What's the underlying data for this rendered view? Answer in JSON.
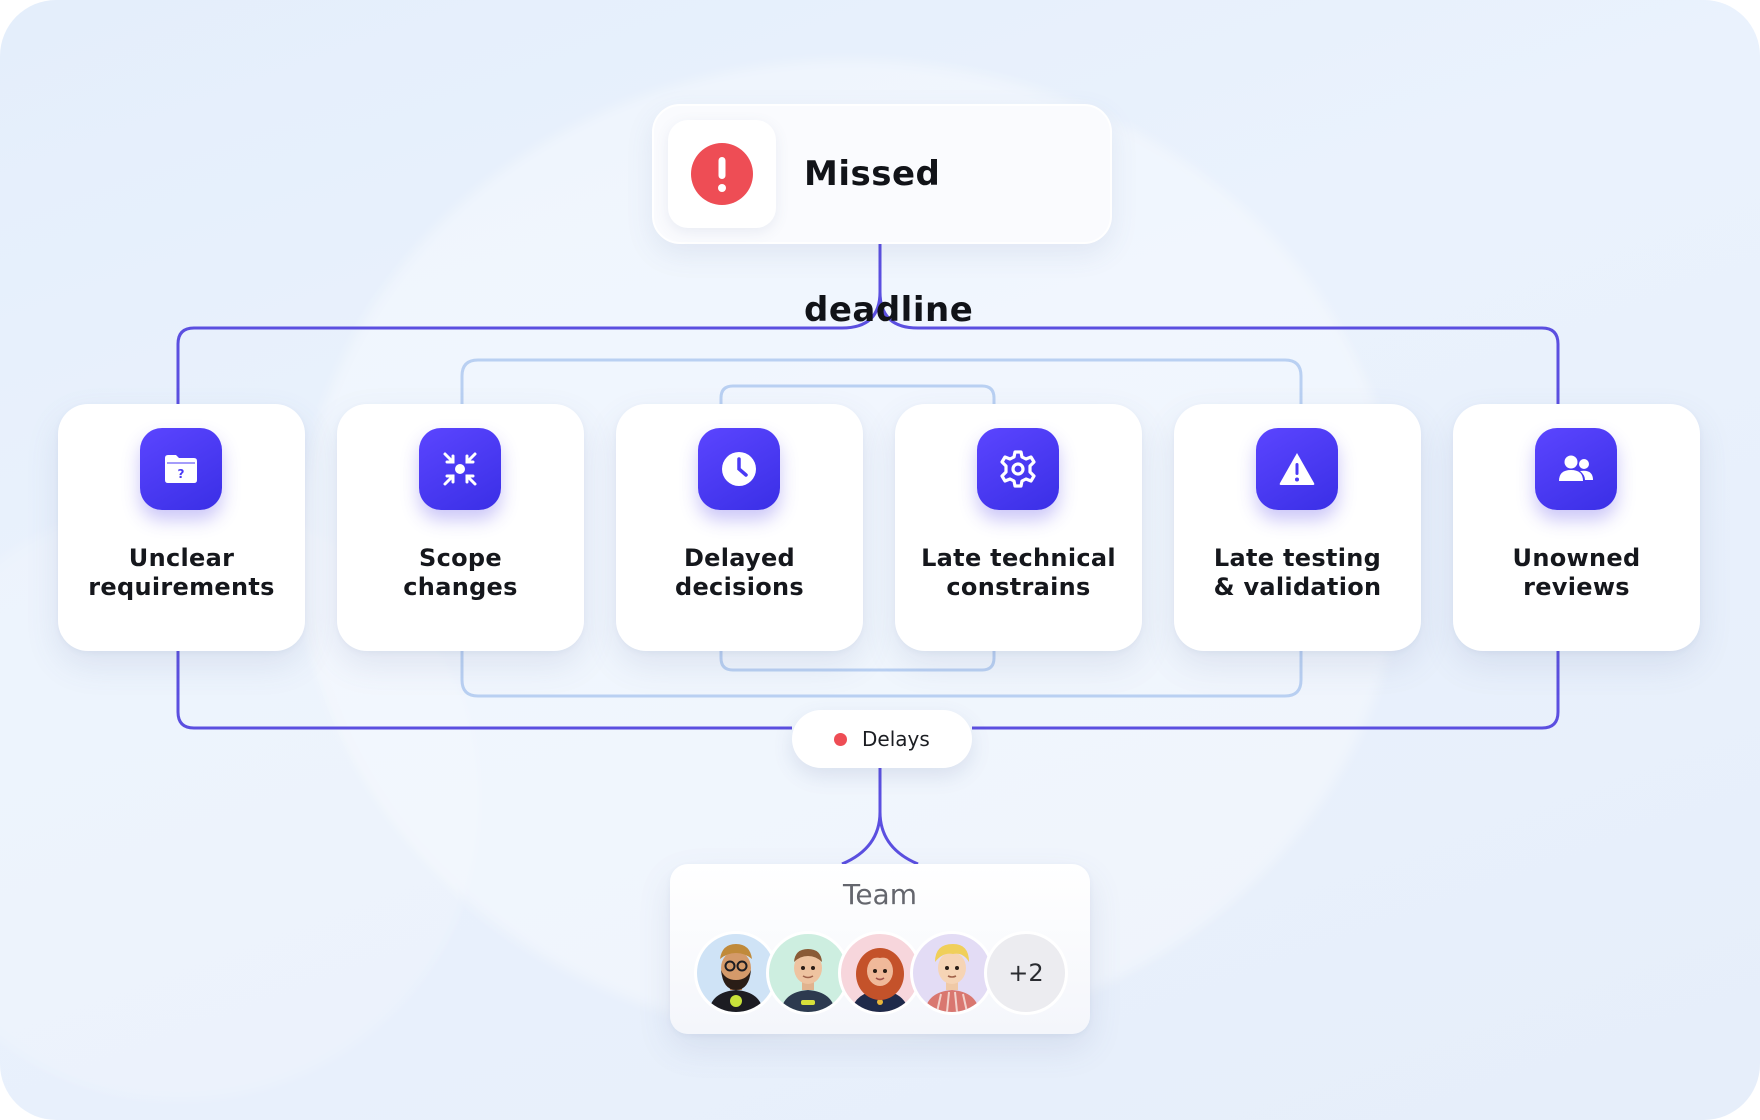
{
  "root": {
    "title": "Missed deadline",
    "icon": "alert-icon",
    "accent": "#ee4d55"
  },
  "causes": [
    {
      "label": "Unclear\nrequirements",
      "icon": "folder-question-icon"
    },
    {
      "label": "Scope\nchanges",
      "icon": "collapse-arrows-icon"
    },
    {
      "label": "Delayed\ndecisions",
      "icon": "clock-icon"
    },
    {
      "label": "Late technical\nconstrains",
      "icon": "gear-icon"
    },
    {
      "label": "Late testing\n& validation",
      "icon": "warning-icon"
    },
    {
      "label": "Unowned\nreviews",
      "icon": "users-icon"
    }
  ],
  "delays": {
    "label": "Delays",
    "dot_color": "#ee4d55"
  },
  "team": {
    "title": "Team",
    "members": [
      {
        "name": "member-1",
        "bg": "#cfe3f6"
      },
      {
        "name": "member-2",
        "bg": "#cdeee0"
      },
      {
        "name": "member-3",
        "bg": "#f7d6dc"
      },
      {
        "name": "member-4",
        "bg": "#e3dcf5"
      }
    ],
    "more_label": "+2"
  },
  "colors": {
    "connector": "#5b4fe0",
    "connector_light": "#b7cff3",
    "icon_tile": "#4a3af5"
  }
}
